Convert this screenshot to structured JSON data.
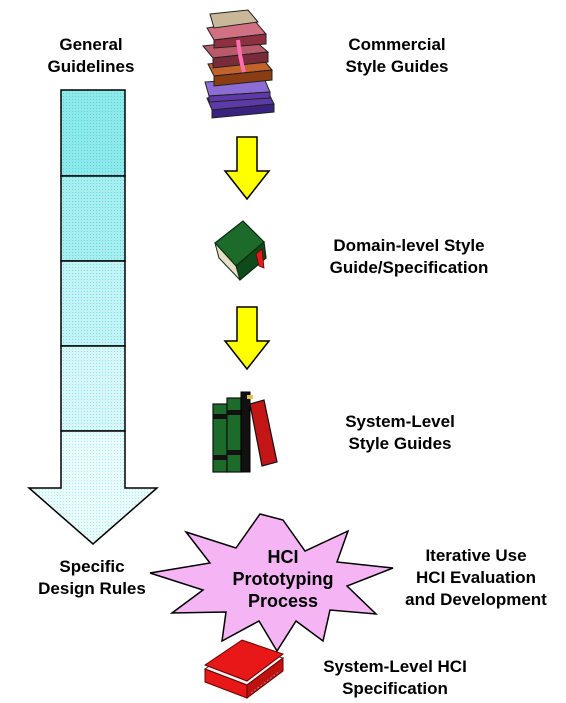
{
  "left_column": {
    "top_label": [
      "General",
      "Guidelines"
    ],
    "bottom_label": [
      "Specific",
      "Design Rules"
    ]
  },
  "right_column": {
    "commercial": [
      "Commercial",
      "Style Guides"
    ],
    "domain": [
      "Domain-level Style",
      "Guide/Specification"
    ],
    "system": [
      "System-Level",
      "Style Guides"
    ]
  },
  "center": {
    "process": [
      "HCI",
      "Prototyping",
      "Process"
    ],
    "iterative": [
      "Iterative Use",
      "HCI Evaluation",
      "and Development"
    ]
  },
  "bottom": {
    "spec": [
      "System-Level HCI",
      "Specification"
    ]
  },
  "colors": {
    "gradient_top": "#99f0f0",
    "gradient_bottom": "#eefafa",
    "flow_arrow": "#ffff00",
    "burst": "#f5b5f5",
    "book_green": "#1d6b2a",
    "book_red": "#e81818"
  },
  "icons": [
    "books-stack-icon",
    "green-book-icon",
    "books-upright-icon",
    "red-book-icon"
  ]
}
